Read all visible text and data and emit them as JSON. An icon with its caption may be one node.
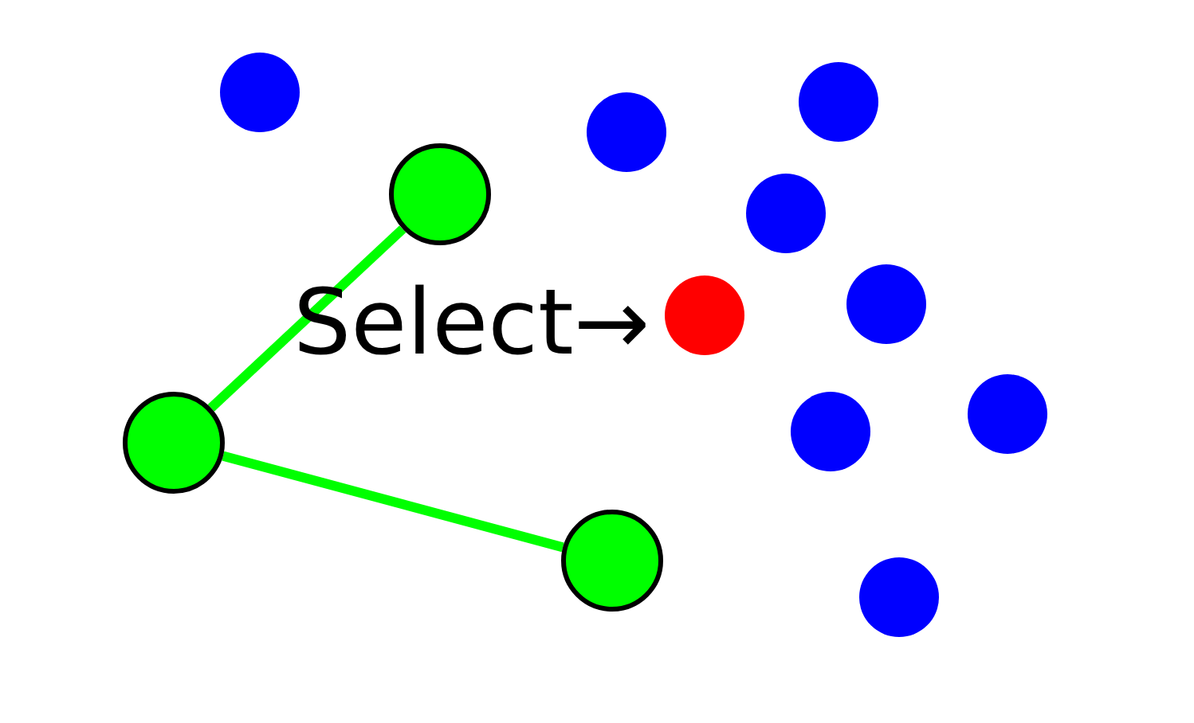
{
  "diagram": {
    "nodes": [
      {
        "text": [],
        "shape": "circle"
      },
      {
        "text": [],
        "shape": "circle"
      },
      {
        "text": [],
        "shape": "circle"
      },
      {
        "text": [],
        "shape": "circle"
      },
      {
        "text": [],
        "shape": "circle"
      },
      {
        "text": [],
        "shape": "circle"
      },
      {
        "text": [],
        "shape": "circle"
      },
      {
        "text": [],
        "shape": "circle"
      },
      {
        "text": [],
        "shape": "circle"
      },
      {
        "text": [],
        "shape": "circle"
      },
      {
        "text": [],
        "shape": "circle"
      },
      {
        "text": [],
        "shape": "circle"
      }
    ],
    "edges": [
      {
        "from": 3,
        "to": 9,
        "arrow": "none"
      },
      {
        "from": 9,
        "to": 10,
        "arrow": "none"
      }
    ],
    "labels": [
      "Select→"
    ]
  }
}
